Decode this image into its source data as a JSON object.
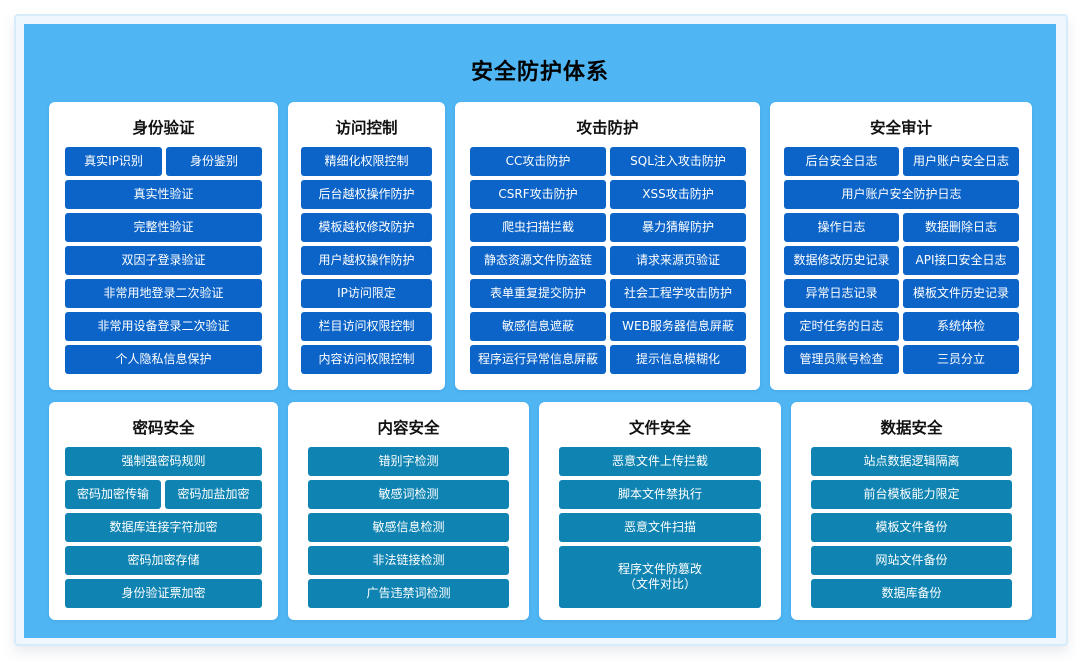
{
  "title": "安全防护体系",
  "colors": {
    "background": "#4fb5f3",
    "panel": "#ffffff",
    "top_item": "#0c64c8",
    "bottom_item": "#0f84b2"
  },
  "panels": [
    {
      "title": "身份验证",
      "items": [
        "真实IP识别",
        "身份鉴别",
        "真实性验证",
        "完整性验证",
        "双因子登录验证",
        "非常用地登录二次验证",
        "非常用设备登录二次验证",
        "个人隐私信息保护"
      ]
    },
    {
      "title": "访问控制",
      "items": [
        "精细化权限控制",
        "后台越权操作防护",
        "模板越权修改防护",
        "用户越权操作防护",
        "IP访问限定",
        "栏目访问权限控制",
        "内容访问权限控制"
      ]
    },
    {
      "title": "攻击防护",
      "items": [
        "CC攻击防护",
        "SQL注入攻击防护",
        "CSRF攻击防护",
        "XSS攻击防护",
        "爬虫扫描拦截",
        "暴力猜解防护",
        "静态资源文件防盗链",
        "请求来源页验证",
        "表单重复提交防护",
        "社会工程学攻击防护",
        "敏感信息遮蔽",
        "WEB服务器信息屏蔽",
        "程序运行异常信息屏蔽",
        "提示信息模糊化"
      ]
    },
    {
      "title": "安全审计",
      "items": [
        "后台安全日志",
        "用户账户安全日志",
        "用户账户安全防护日志",
        "操作日志",
        "数据删除日志",
        "数据修改历史记录",
        "API接口安全日志",
        "异常日志记录",
        "模板文件历史记录",
        "定时任务的日志",
        "系统体检",
        "管理员账号检查",
        "三员分立"
      ]
    },
    {
      "title": "密码安全",
      "items": [
        "强制强密码规则",
        "密码加密传输",
        "密码加盐加密",
        "数据库连接字符加密",
        "密码加密存储",
        "身份验证票加密"
      ]
    },
    {
      "title": "内容安全",
      "items": [
        "错别字检测",
        "敏感词检测",
        "敏感信息检测",
        "非法链接检测",
        "广告违禁词检测"
      ]
    },
    {
      "title": "文件安全",
      "items": [
        "恶意文件上传拦截",
        "脚本文件禁执行",
        "恶意文件扫描",
        "程序文件防篡改",
        "（文件对比）"
      ]
    },
    {
      "title": "数据安全",
      "items": [
        "站点数据逻辑隔离",
        "前台模板能力限定",
        "模板文件备份",
        "网站文件备份",
        "数据库备份"
      ]
    }
  ]
}
